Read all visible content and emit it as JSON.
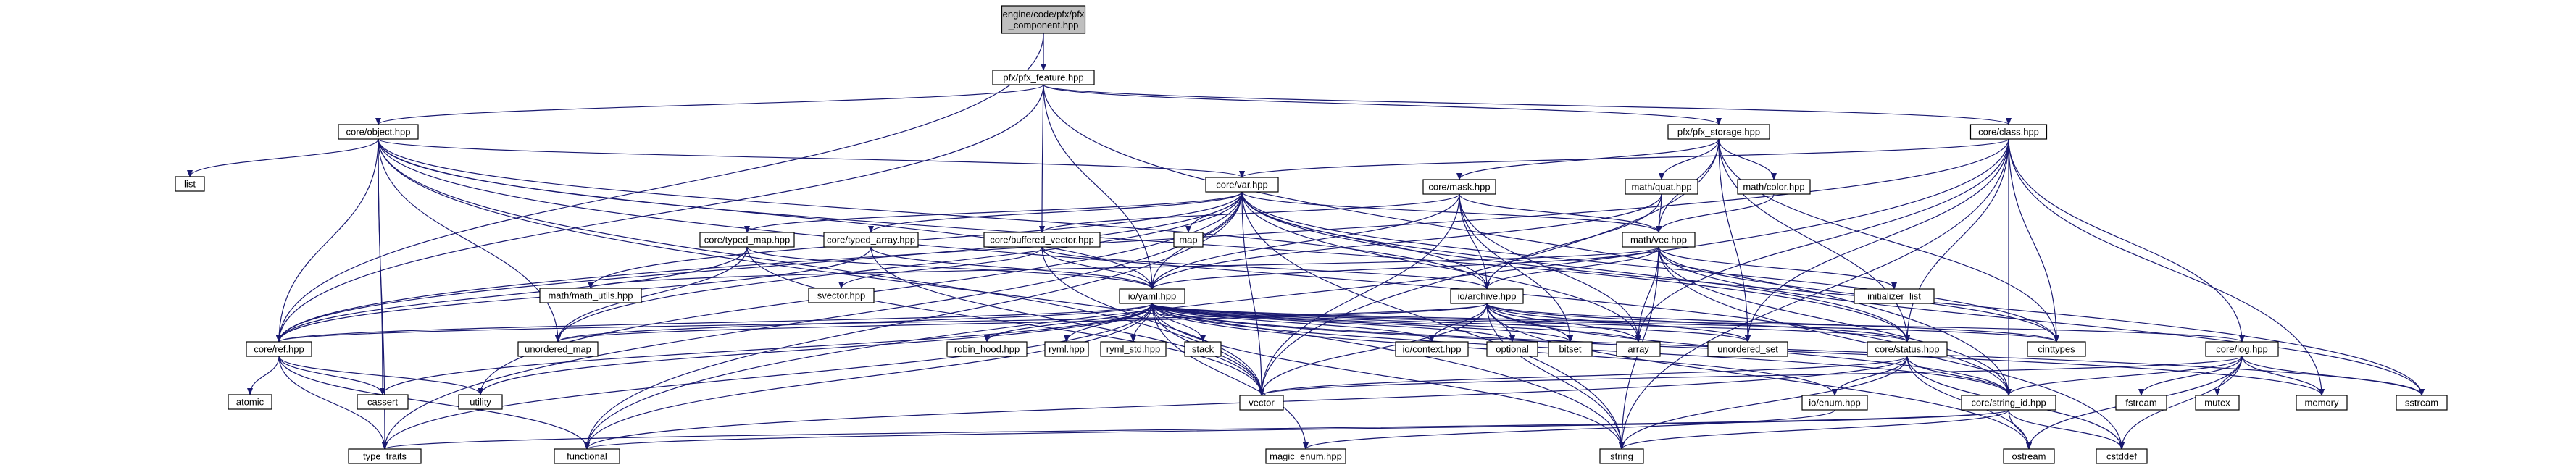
{
  "graph": {
    "nodes": [
      {
        "id": "root",
        "label": "engine/code/pfx/pfx\n_component.hpp",
        "style": "root"
      },
      {
        "id": "pfx_feature",
        "label": "pfx/pfx_feature.hpp"
      },
      {
        "id": "core_object",
        "label": "core/object.hpp"
      },
      {
        "id": "pfx_storage",
        "label": "pfx/pfx_storage.hpp"
      },
      {
        "id": "core_class",
        "label": "core/class.hpp"
      },
      {
        "id": "list",
        "label": "list",
        "style": "leaf"
      },
      {
        "id": "core_var",
        "label": "core/var.hpp"
      },
      {
        "id": "core_mask",
        "label": "core/mask.hpp"
      },
      {
        "id": "math_quat",
        "label": "math/quat.hpp",
        "style": "red"
      },
      {
        "id": "math_color",
        "label": "math/color.hpp"
      },
      {
        "id": "core_typed_map",
        "label": "core/typed_map.hpp"
      },
      {
        "id": "core_typed_array",
        "label": "core/typed_array.hpp"
      },
      {
        "id": "core_buffered_vector",
        "label": "core/buffered_vector.hpp"
      },
      {
        "id": "map",
        "label": "map",
        "style": "leaf"
      },
      {
        "id": "math_vec",
        "label": "math/vec.hpp"
      },
      {
        "id": "initializer_list",
        "label": "initializer_list",
        "style": "leaf"
      },
      {
        "id": "svector",
        "label": "svector.hpp",
        "style": "leaf"
      },
      {
        "id": "math_utils",
        "label": "math/math_utils.hpp",
        "style": "red"
      },
      {
        "id": "io_yaml",
        "label": "io/yaml.hpp"
      },
      {
        "id": "io_archive",
        "label": "io/archive.hpp"
      },
      {
        "id": "core_ref",
        "label": "core/ref.hpp"
      },
      {
        "id": "unordered_map",
        "label": "unordered_map",
        "style": "leaf"
      },
      {
        "id": "robin_hood",
        "label": "robin_hood.hpp",
        "style": "leaf"
      },
      {
        "id": "ryml",
        "label": "ryml.hpp",
        "style": "leaf"
      },
      {
        "id": "ryml_std",
        "label": "ryml_std.hpp",
        "style": "leaf"
      },
      {
        "id": "stack",
        "label": "stack",
        "style": "leaf"
      },
      {
        "id": "io_context",
        "label": "io/context.hpp"
      },
      {
        "id": "optional",
        "label": "optional",
        "style": "leaf"
      },
      {
        "id": "bitset",
        "label": "bitset",
        "style": "leaf"
      },
      {
        "id": "array",
        "label": "array",
        "style": "leaf"
      },
      {
        "id": "unordered_set",
        "label": "unordered_set",
        "style": "leaf"
      },
      {
        "id": "core_status",
        "label": "core/status.hpp"
      },
      {
        "id": "cinttypes",
        "label": "cinttypes",
        "style": "leaf"
      },
      {
        "id": "core_log",
        "label": "core/log.hpp"
      },
      {
        "id": "atomic",
        "label": "atomic",
        "style": "leaf"
      },
      {
        "id": "cassert",
        "label": "cassert",
        "style": "leaf"
      },
      {
        "id": "utility",
        "label": "utility",
        "style": "leaf"
      },
      {
        "id": "vector",
        "label": "vector",
        "style": "leaf"
      },
      {
        "id": "io_enum",
        "label": "io/enum.hpp"
      },
      {
        "id": "core_string_id",
        "label": "core/string_id.hpp"
      },
      {
        "id": "fstream",
        "label": "fstream",
        "style": "leaf"
      },
      {
        "id": "mutex",
        "label": "mutex",
        "style": "leaf"
      },
      {
        "id": "memory",
        "label": "memory",
        "style": "leaf"
      },
      {
        "id": "sstream",
        "label": "sstream",
        "style": "leaf"
      },
      {
        "id": "type_traits",
        "label": "type_traits",
        "style": "leaf"
      },
      {
        "id": "functional",
        "label": "functional",
        "style": "leaf"
      },
      {
        "id": "magic_enum",
        "label": "magic_enum.hpp",
        "style": "leaf"
      },
      {
        "id": "string",
        "label": "string",
        "style": "leaf"
      },
      {
        "id": "ostream",
        "label": "ostream",
        "style": "leaf"
      },
      {
        "id": "cstddef",
        "label": "cstddef",
        "style": "leaf"
      }
    ],
    "edges": [
      [
        "root",
        "pfx_feature"
      ],
      [
        "root",
        "core_buffered_vector"
      ],
      [
        "root",
        "core_ref"
      ],
      [
        "pfx_feature",
        "core_object"
      ],
      [
        "pfx_feature",
        "pfx_storage"
      ],
      [
        "pfx_feature",
        "core_class"
      ],
      [
        "pfx_feature",
        "io_yaml"
      ],
      [
        "pfx_feature",
        "core_ref"
      ],
      [
        "pfx_feature",
        "core_string_id"
      ],
      [
        "core_object",
        "list"
      ],
      [
        "core_object",
        "core_var"
      ],
      [
        "core_object",
        "io_yaml"
      ],
      [
        "core_object",
        "io_archive"
      ],
      [
        "core_object",
        "core_ref"
      ],
      [
        "core_object",
        "unordered_map"
      ],
      [
        "core_object",
        "vector"
      ],
      [
        "core_object",
        "type_traits"
      ],
      [
        "core_object",
        "cassert"
      ],
      [
        "core_object",
        "core_status"
      ],
      [
        "core_object",
        "core_string_id"
      ],
      [
        "core_object",
        "string"
      ],
      [
        "pfx_storage",
        "core_mask"
      ],
      [
        "pfx_storage",
        "math_quat"
      ],
      [
        "pfx_storage",
        "math_color"
      ],
      [
        "pfx_storage",
        "math_vec"
      ],
      [
        "pfx_storage",
        "core_status"
      ],
      [
        "pfx_storage",
        "vector"
      ],
      [
        "pfx_storage",
        "cinttypes"
      ],
      [
        "pfx_storage",
        "unordered_set"
      ],
      [
        "core_class",
        "core_var"
      ],
      [
        "core_class",
        "core_ref"
      ],
      [
        "core_class",
        "core_log"
      ],
      [
        "core_class",
        "core_string_id"
      ],
      [
        "core_class",
        "cinttypes"
      ],
      [
        "core_class",
        "unordered_set"
      ],
      [
        "core_class",
        "memory"
      ],
      [
        "core_class",
        "string"
      ],
      [
        "core_class",
        "functional"
      ],
      [
        "core_class",
        "core_status"
      ],
      [
        "core_class",
        "array"
      ],
      [
        "core_var",
        "core_typed_map"
      ],
      [
        "core_var",
        "core_typed_array"
      ],
      [
        "core_var",
        "map"
      ],
      [
        "core_var",
        "math_vec"
      ],
      [
        "core_var",
        "math_utils"
      ],
      [
        "core_var",
        "io_yaml"
      ],
      [
        "core_var",
        "io_archive"
      ],
      [
        "core_var",
        "core_ref"
      ],
      [
        "core_var",
        "unordered_map"
      ],
      [
        "core_var",
        "vector"
      ],
      [
        "core_var",
        "core_status"
      ],
      [
        "core_var",
        "cinttypes"
      ],
      [
        "core_var",
        "functional"
      ],
      [
        "core_var",
        "utility"
      ],
      [
        "core_var",
        "sstream"
      ],
      [
        "core_var",
        "array"
      ],
      [
        "core_var",
        "string"
      ],
      [
        "core_var",
        "type_traits"
      ],
      [
        "core_mask",
        "math_vec"
      ],
      [
        "core_mask",
        "io_yaml"
      ],
      [
        "core_mask",
        "io_archive"
      ],
      [
        "core_mask",
        "bitset"
      ],
      [
        "core_mask",
        "vector"
      ],
      [
        "core_mask",
        "core_buffered_vector"
      ],
      [
        "core_mask",
        "array"
      ],
      [
        "math_quat",
        "math_vec"
      ],
      [
        "math_quat",
        "io_yaml"
      ],
      [
        "math_quat",
        "io_archive"
      ],
      [
        "math_color",
        "math_vec"
      ],
      [
        "core_typed_map",
        "core_ref"
      ],
      [
        "core_typed_map",
        "io_yaml"
      ],
      [
        "core_typed_map",
        "unordered_map"
      ],
      [
        "core_typed_map",
        "vector"
      ],
      [
        "core_typed_array",
        "core_ref"
      ],
      [
        "core_typed_array",
        "io_yaml"
      ],
      [
        "core_typed_array",
        "vector"
      ],
      [
        "core_buffered_vector",
        "svector"
      ],
      [
        "core_buffered_vector",
        "vector"
      ],
      [
        "core_buffered_vector",
        "io_yaml"
      ],
      [
        "core_buffered_vector",
        "io_archive"
      ],
      [
        "math_vec",
        "initializer_list"
      ],
      [
        "math_vec",
        "io_yaml"
      ],
      [
        "math_vec",
        "io_archive"
      ],
      [
        "math_vec",
        "math_utils"
      ],
      [
        "math_vec",
        "array"
      ],
      [
        "math_vec",
        "cinttypes"
      ],
      [
        "math_vec",
        "sstream"
      ],
      [
        "math_vec",
        "string"
      ],
      [
        "math_vec",
        "core_string_id"
      ],
      [
        "math_vec",
        "cstddef"
      ],
      [
        "io_yaml",
        "core_ref"
      ],
      [
        "io_yaml",
        "unordered_map"
      ],
      [
        "io_yaml",
        "robin_hood"
      ],
      [
        "io_yaml",
        "ryml"
      ],
      [
        "io_yaml",
        "ryml_std"
      ],
      [
        "io_yaml",
        "stack"
      ],
      [
        "io_yaml",
        "io_context"
      ],
      [
        "io_yaml",
        "optional"
      ],
      [
        "io_yaml",
        "bitset"
      ],
      [
        "io_yaml",
        "array"
      ],
      [
        "io_yaml",
        "unordered_set"
      ],
      [
        "io_yaml",
        "core_status"
      ],
      [
        "io_yaml",
        "cinttypes"
      ],
      [
        "io_yaml",
        "core_log"
      ],
      [
        "io_yaml",
        "vector"
      ],
      [
        "io_yaml",
        "utility"
      ],
      [
        "io_yaml",
        "cassert"
      ],
      [
        "io_yaml",
        "core_string_id"
      ],
      [
        "io_yaml",
        "functional"
      ],
      [
        "io_yaml",
        "type_traits"
      ],
      [
        "io_yaml",
        "magic_enum"
      ],
      [
        "io_yaml",
        "memory"
      ],
      [
        "io_yaml",
        "string"
      ],
      [
        "io_yaml",
        "sstream"
      ],
      [
        "io_yaml",
        "io_enum"
      ],
      [
        "io_archive",
        "io_context"
      ],
      [
        "io_archive",
        "optional"
      ],
      [
        "io_archive",
        "bitset"
      ],
      [
        "io_archive",
        "array"
      ],
      [
        "io_archive",
        "unordered_set"
      ],
      [
        "io_archive",
        "core_status"
      ],
      [
        "io_archive",
        "cinttypes"
      ],
      [
        "io_archive",
        "core_ref"
      ],
      [
        "io_archive",
        "unordered_map"
      ],
      [
        "io_archive",
        "vector"
      ],
      [
        "io_archive",
        "core_string_id"
      ],
      [
        "io_archive",
        "string"
      ],
      [
        "io_archive",
        "ostream"
      ],
      [
        "core_ref",
        "atomic"
      ],
      [
        "core_ref",
        "cassert"
      ],
      [
        "core_ref",
        "utility"
      ],
      [
        "core_ref",
        "type_traits"
      ],
      [
        "core_ref",
        "functional"
      ],
      [
        "core_status",
        "io_enum"
      ],
      [
        "core_status",
        "core_string_id"
      ],
      [
        "core_status",
        "vector"
      ],
      [
        "core_status",
        "string"
      ],
      [
        "core_status",
        "ostream"
      ],
      [
        "core_status",
        "cstddef"
      ],
      [
        "core_status",
        "functional"
      ],
      [
        "io_enum",
        "magic_enum"
      ],
      [
        "core_log",
        "fstream"
      ],
      [
        "core_log",
        "mutex"
      ],
      [
        "core_log",
        "memory"
      ],
      [
        "core_log",
        "sstream"
      ],
      [
        "core_log",
        "core_string_id"
      ],
      [
        "core_log",
        "cstddef"
      ],
      [
        "core_log",
        "ostream"
      ],
      [
        "core_log",
        "vector"
      ],
      [
        "core_string_id",
        "string"
      ],
      [
        "core_string_id",
        "ostream"
      ],
      [
        "core_string_id",
        "cstddef"
      ],
      [
        "core_string_id",
        "functional"
      ],
      [
        "core_string_id",
        "type_traits"
      ]
    ]
  },
  "colors": {
    "edge": "#191970",
    "node_fill": "#ffffff",
    "node_border": "#000000",
    "leaf_border": "#bfbfbf",
    "red_border": "#ff0000",
    "root_fill": "#bfbfbf",
    "text": "#000000"
  }
}
